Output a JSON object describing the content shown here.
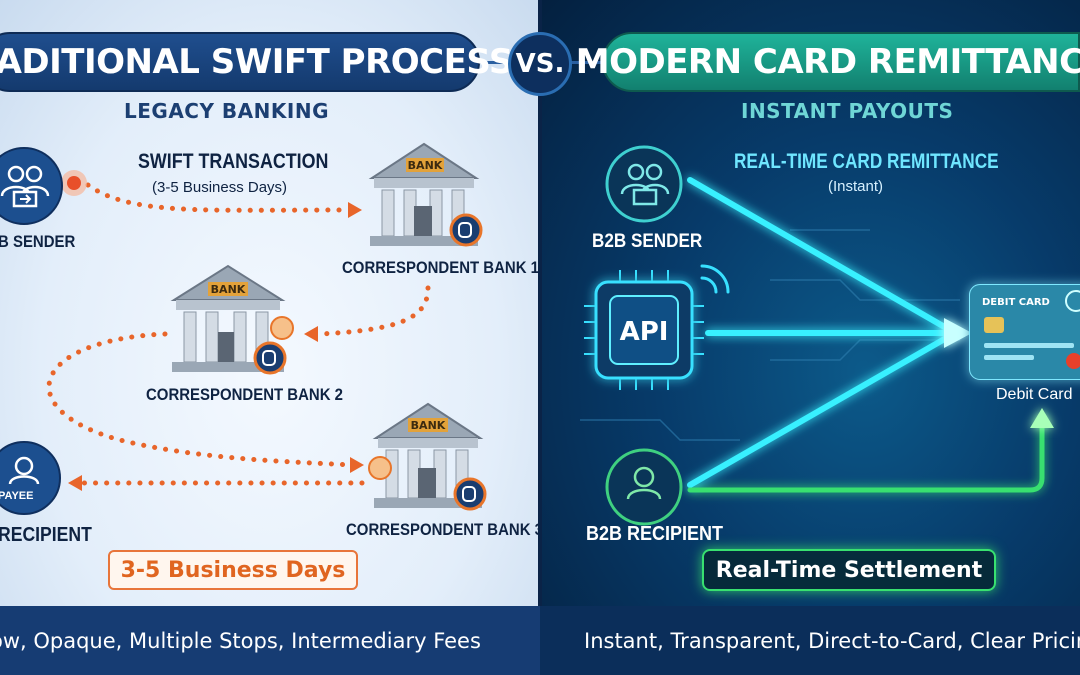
{
  "left": {
    "title": "TRADITIONAL SWIFT PROCESS",
    "subtitle": "LEGACY BANKING",
    "sender_label": "B SENDER",
    "swift_title": "SWIFT TRANSACTION",
    "swift_sub": "(3-5 Business Days)",
    "bank_word": "BANK",
    "bank1_label": "CORRESPONDENT BANK 1",
    "bank2_label": "CORRESPONDENT BANK 2",
    "bank3_label": "CORRESPONDENT BANK 3",
    "payee_text": "PAYEE",
    "recipient_label": "RECIPIENT",
    "days_pill": "3-5 Business Days",
    "footer": "ow, Opaque, Multiple Stops, Intermediary Fees"
  },
  "vs": "VS.",
  "right": {
    "title": "MODERN CARD REMITTANCE",
    "subtitle": "INSTANT PAYOUTS",
    "realtime_title": "REAL-TIME CARD REMITTANCE",
    "realtime_sub": "(Instant)",
    "sender_label": "B2B SENDER",
    "api_text": "API",
    "recipient_label": "B2B RECIPIENT",
    "card_header": "DEBIT CARD",
    "card_label": "Debit Card",
    "settle_pill": "Real-Time Settlement",
    "footer": "Instant, Transparent, Direct-to-Card, Clear Pricing"
  },
  "colors": {
    "navy": "#143a6e",
    "teal": "#12806f",
    "orange": "#e8652a",
    "neon": "#38f0ff",
    "green": "#38e070"
  }
}
